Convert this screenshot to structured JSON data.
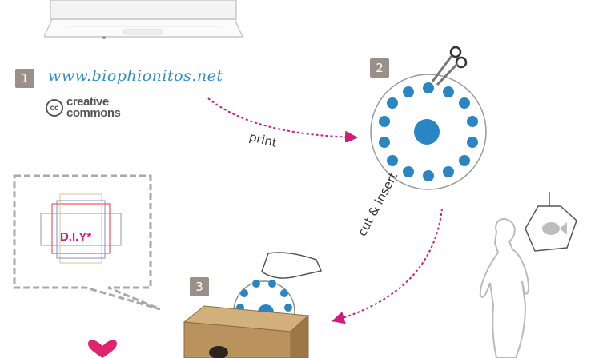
{
  "step1": {
    "number": "1",
    "link": "www.biophionitos.net",
    "license_line1": "creative",
    "license_line2": "commons",
    "license_badge": "cc"
  },
  "step2": {
    "number": "2"
  },
  "step3": {
    "number": "3"
  },
  "arrow_print": "print",
  "arrow_cut": "cut & insert",
  "diy_label": "D.I.Y*",
  "colors": {
    "accent_blue": "#2a86c2",
    "magenta": "#d21b7a",
    "badge_gray": "#9b8f8a",
    "heart": "#e0246f",
    "cardboard": "#b9925e"
  },
  "icons": [
    "laptop-icon",
    "scissors-icon",
    "heart-icon",
    "child-figure-icon",
    "fish-mobile-icon"
  ]
}
